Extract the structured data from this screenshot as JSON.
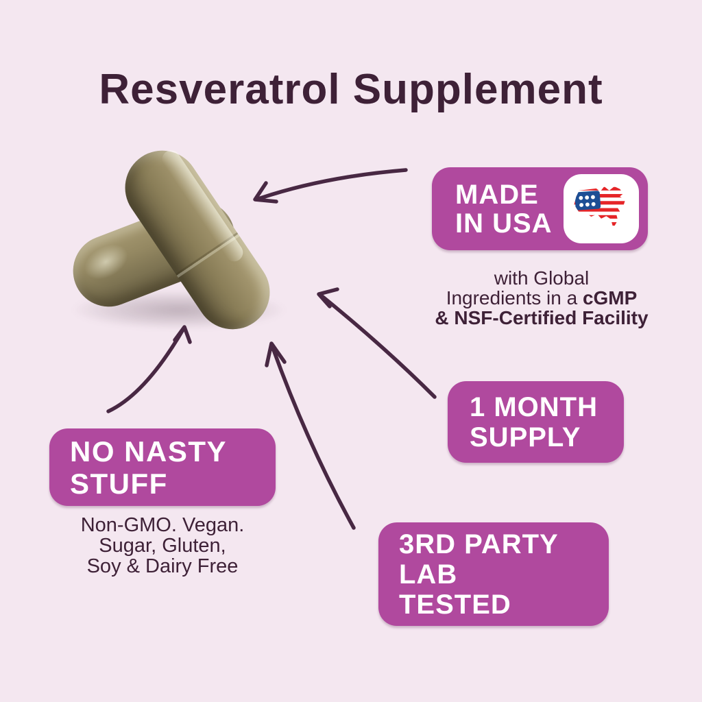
{
  "title": "Resveratrol Supplement",
  "colors": {
    "background": "#f4e7f0",
    "badge_magenta": "#b0499e",
    "heading_purple": "#3e2137",
    "arrow_purple": "#482843",
    "badge_text": "#ffffff",
    "flag_blue": "#1d4e94",
    "flag_red": "#e52528",
    "capsule_olive": "#8a7e58"
  },
  "photo": {
    "description": "two olive-green supplement capsules"
  },
  "badges": {
    "made_in_usa": {
      "line1": "MADE",
      "line2": "IN USA",
      "icon": "usa-flag-map-icon"
    },
    "usa_caption": {
      "line1": "with Global",
      "line2_regular": "Ingredients in a ",
      "line2_bold": "cGMP",
      "line3_bold": "& NSF-Certified Facility"
    },
    "month_supply": {
      "line1": "1 MONTH",
      "line2": "SUPPLY"
    },
    "no_nasty": {
      "line1": "NO NASTY",
      "line2": "STUFF"
    },
    "no_nasty_caption": {
      "line1": "Non-GMO. Vegan.",
      "line2": "Sugar, Gluten,",
      "line3": "Soy & Dairy Free"
    },
    "lab_tested": {
      "line1": "3RD PARTY",
      "line2": "LAB",
      "line3": "TESTED"
    }
  }
}
